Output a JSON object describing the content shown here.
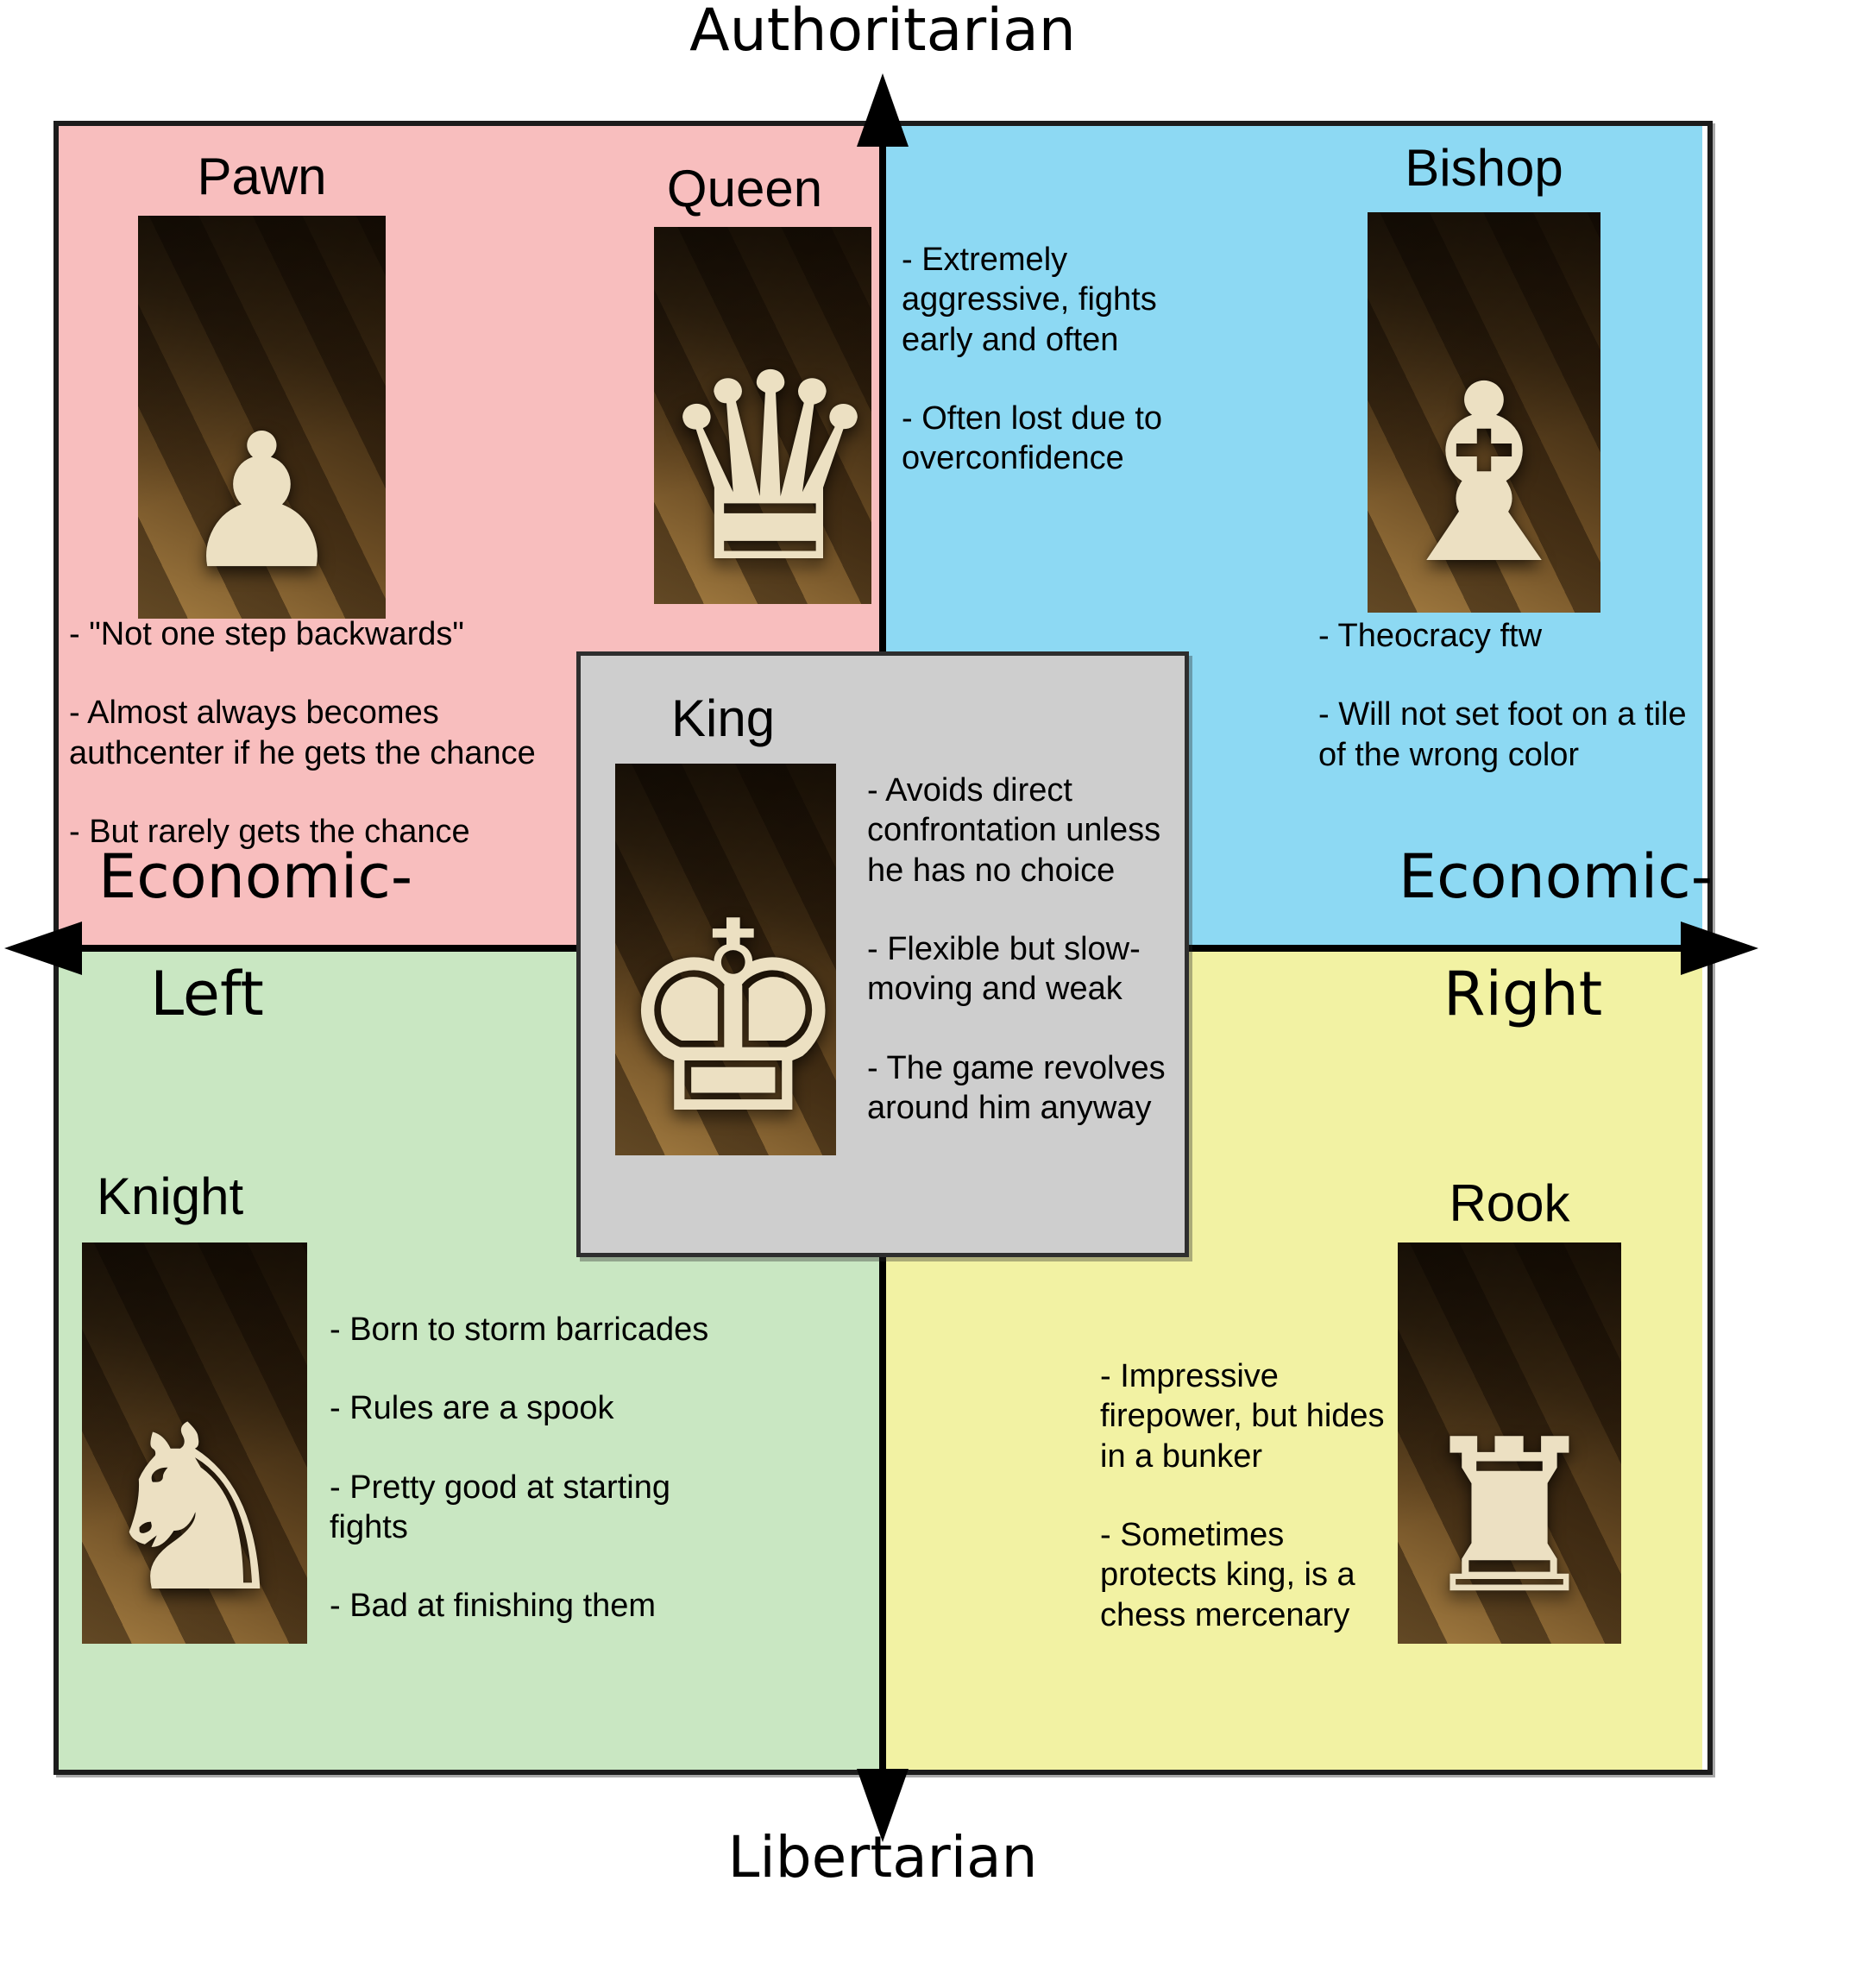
{
  "axes": {
    "top": "Authoritarian",
    "bottom": "Libertarian",
    "left_line1": "Economic-",
    "left_line2": "Left",
    "right_line1": "Economic-",
    "right_line2": "Right"
  },
  "colors": {
    "auth_left": "#f8bebe",
    "auth_right": "#8dd9f3",
    "lib_left": "#c9e7c2",
    "lib_right": "#f2f2a3",
    "center_panel": "#cecece",
    "axis_line": "#000000"
  },
  "pieces": {
    "pawn": {
      "name": "Pawn",
      "glyph": "♟",
      "notes": [
        "- \"Not one step backwards\"",
        "- Almost always becomes\nauthcenter if he gets the chance",
        "- But rarely gets the chance"
      ]
    },
    "queen": {
      "name": "Queen",
      "glyph": "♛",
      "notes": [
        "- Extremely\naggressive, fights\nearly and often",
        "- Often lost due to\noverconfidence"
      ]
    },
    "bishop": {
      "name": "Bishop",
      "glyph": "♝",
      "notes": [
        "- Theocracy ftw",
        "- Will not set foot on a tile\nof the wrong color"
      ]
    },
    "king": {
      "name": "King",
      "glyph": "♚",
      "notes": [
        "- Avoids direct\nconfrontation unless\nhe has no choice",
        "- Flexible but slow-\nmoving and weak",
        "- The game revolves\naround him anyway"
      ]
    },
    "knight": {
      "name": "Knight",
      "glyph": "♞",
      "notes": [
        "- Born to storm barricades",
        "- Rules are a spook",
        "- Pretty good at starting\nfights",
        "- Bad at finishing them"
      ]
    },
    "rook": {
      "name": "Rook",
      "glyph": "♜",
      "notes": [
        "- Impressive\nfirepower, but hides\nin a bunker",
        "- Sometimes\nprotects king, is a\nchess mercenary"
      ]
    }
  }
}
